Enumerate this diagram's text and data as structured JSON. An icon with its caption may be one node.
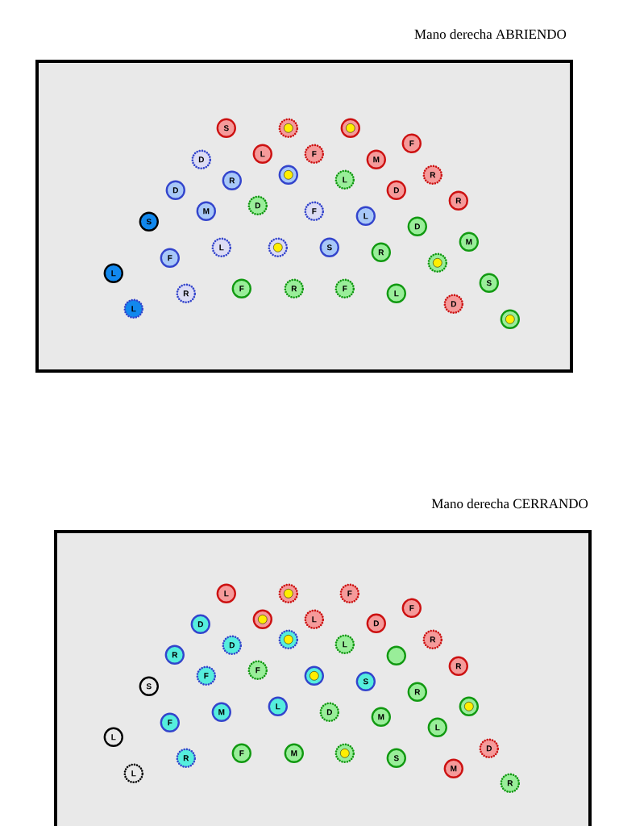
{
  "diagram": {
    "nodes": [
      {
        "text": [
          "Mano derecha ABRIENDO"
        ]
      },
      {
        "text": [
          "S"
        ],
        "in": 0
      },
      {
        "text": [],
        "shape": "circle",
        "in": 0
      },
      {
        "text": [],
        "shape": "circle",
        "in": 0
      },
      {
        "text": [
          "F"
        ],
        "in": 0
      },
      {
        "text": [
          "L"
        ],
        "in": 0
      },
      {
        "text": [
          "F"
        ],
        "in": 0
      },
      {
        "text": [
          "D"
        ],
        "in": 0
      },
      {
        "text": [
          "M"
        ],
        "in": 0
      },
      {
        "text": [],
        "shape": "circle",
        "in": 0
      },
      {
        "text": [
          "R"
        ],
        "in": 0
      },
      {
        "text": [
          "L"
        ],
        "in": 0
      },
      {
        "text": [
          "R"
        ],
        "in": 0
      },
      {
        "text": [
          "D"
        ],
        "in": 0
      },
      {
        "text": [
          "D"
        ],
        "in": 0
      },
      {
        "text": [
          "R"
        ],
        "in": 0
      },
      {
        "text": [
          "D"
        ],
        "in": 0
      },
      {
        "text": [
          "M"
        ],
        "in": 0
      },
      {
        "text": [
          "F"
        ],
        "in": 0
      },
      {
        "text": [
          "L"
        ],
        "in": 0
      },
      {
        "text": [
          "S"
        ],
        "in": 0
      },
      {
        "text": [
          "D"
        ],
        "in": 0
      },
      {
        "text": [
          "M"
        ],
        "in": 0
      },
      {
        "text": [
          "L"
        ],
        "in": 0
      },
      {
        "text": [],
        "shape": "circle",
        "in": 0
      },
      {
        "text": [
          "S"
        ],
        "in": 0
      },
      {
        "text": [
          "R"
        ],
        "in": 0
      },
      {
        "text": [
          "F"
        ],
        "in": 0
      },
      {
        "text": [],
        "shape": "circle",
        "in": 0
      },
      {
        "text": [
          "L"
        ],
        "in": 0
      },
      {
        "text": [
          "S"
        ],
        "in": 0
      },
      {
        "text": [
          "F"
        ],
        "in": 0
      },
      {
        "text": [
          "R"
        ],
        "in": 0
      },
      {
        "text": [
          "F"
        ],
        "in": 0
      },
      {
        "text": [
          "R"
        ],
        "in": 0
      },
      {
        "text": [
          "L"
        ],
        "in": 0
      },
      {
        "text": [
          "D"
        ],
        "in": 0
      },
      {
        "text": [
          "L"
        ],
        "in": 0
      },
      {
        "text": [],
        "shape": "circle",
        "in": 0
      },
      {
        "text": [
          "Mano derecha CERRANDO"
        ]
      },
      {
        "text": [
          "L"
        ],
        "in": 39
      },
      {
        "text": [],
        "shape": "circle",
        "in": 39
      },
      {
        "text": [
          "F"
        ],
        "in": 39
      },
      {
        "text": [
          "F"
        ],
        "in": 39
      },
      {
        "text": [],
        "shape": "circle",
        "in": 39
      },
      {
        "text": [
          "L"
        ],
        "in": 39
      },
      {
        "text": [
          "D"
        ],
        "in": 39
      },
      {
        "text": [
          "D"
        ],
        "in": 39
      },
      {
        "text": [],
        "shape": "circle",
        "in": 39
      },
      {
        "text": [
          "R"
        ],
        "in": 39
      },
      {
        "text": [
          "L"
        ],
        "in": 39
      },
      {
        "text": [
          "D"
        ],
        "in": 39
      },
      {
        "text": [
          "R"
        ],
        "in": 39
      },
      {
        "text": [],
        "shape": "circle",
        "in": 39
      },
      {
        "text": [
          "F"
        ],
        "in": 39
      },
      {
        "text": [
          "R"
        ],
        "in": 39
      },
      {
        "text": [
          "F"
        ],
        "in": 39
      },
      {
        "text": [],
        "shape": "circle",
        "in": 39
      },
      {
        "text": [
          "S"
        ],
        "in": 39
      },
      {
        "text": [
          "S"
        ],
        "in": 39
      },
      {
        "text": [
          "R"
        ],
        "in": 39
      },
      {
        "text": [],
        "shape": "circle",
        "in": 39
      },
      {
        "text": [
          "L"
        ],
        "in": 39
      },
      {
        "text": [
          "D"
        ],
        "in": 39
      },
      {
        "text": [
          "M"
        ],
        "in": 39
      },
      {
        "text": [
          "M"
        ],
        "in": 39
      },
      {
        "text": [
          "F"
        ],
        "in": 39
      },
      {
        "text": [
          "L"
        ],
        "in": 39
      },
      {
        "text": [
          "L"
        ],
        "in": 39
      },
      {
        "text": [
          "D"
        ],
        "in": 39
      },
      {
        "text": [
          "F"
        ],
        "in": 39
      },
      {
        "text": [
          "M"
        ],
        "in": 39
      },
      {
        "text": [],
        "shape": "circle",
        "in": 39
      },
      {
        "text": [
          "R"
        ],
        "in": 39
      },
      {
        "text": [
          "S"
        ],
        "in": 39
      },
      {
        "text": [
          "M"
        ],
        "in": 39
      },
      {
        "text": [
          "L"
        ],
        "in": 39
      },
      {
        "text": [
          "R"
        ],
        "in": 39
      }
    ]
  }
}
